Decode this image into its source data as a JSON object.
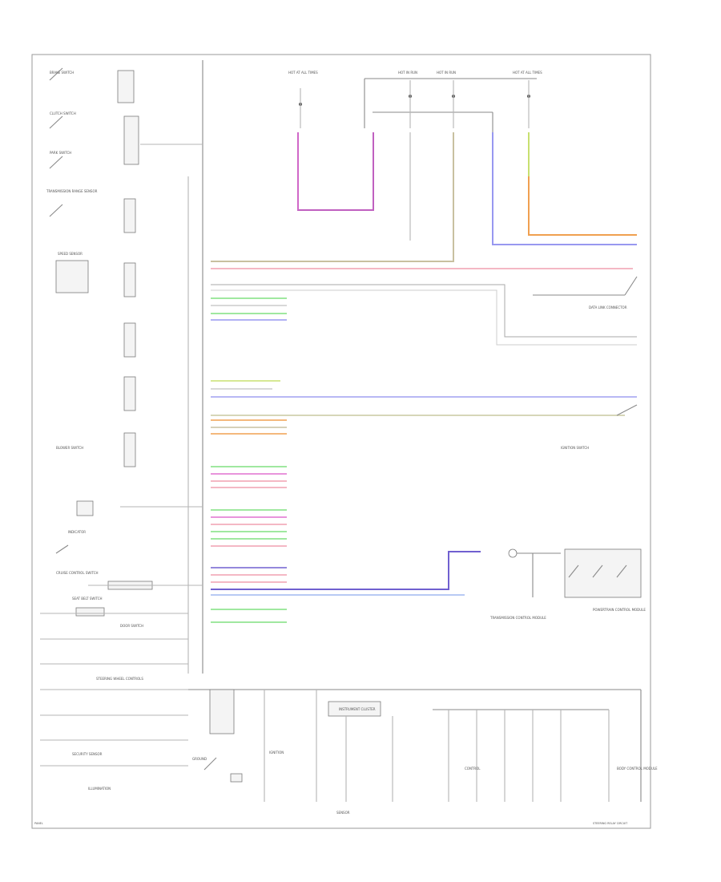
{
  "footer": {
    "code": "PANEL",
    "ref": "STEERING RELAY CIRCUIT"
  },
  "colors": {
    "purple": "#c060c0",
    "magenta": "#e070d0",
    "tan": "#c8c0a0",
    "blue": "#9898f0",
    "orange": "#f0a050",
    "yellow": "#c8e070",
    "pink": "#f0a0b0",
    "green": "#80e080",
    "violet": "#7060d0",
    "light_blue": "#a0b8f0",
    "gray": "#b0b0b0"
  },
  "top_fuses": [
    "HOT AT ALL TIMES",
    "HOT IN RUN",
    "HOT IN RUN",
    "HOT AT ALL TIMES"
  ],
  "left_components": [
    "BRAKE SWITCH",
    "CLUTCH SWITCH",
    "PARK SWITCH",
    "TRANSMISSION RANGE SENSOR",
    "SPEED SENSOR",
    "BLOWER SWITCH",
    "INDICATOR",
    "CRUISE CONTROL SWITCH",
    "SEAT BELT SWITCH",
    "DOOR SWITCH",
    "STEERING WHEEL CONTROLS",
    "SECURITY SENSOR",
    "ILLUMINATION"
  ],
  "right_labels": [
    "DATA LINK CONNECTOR",
    "IGNITION SWITCH",
    "POWERTRAIN CONTROL MODULE",
    "TRANSMISSION CONTROL MODULE",
    "BODY CONTROL MODULE"
  ],
  "module_label": "INSTRUMENT CLUSTER",
  "bottom_labels": [
    "GROUND",
    "IGNITION",
    "SENSOR",
    "CONTROL"
  ]
}
